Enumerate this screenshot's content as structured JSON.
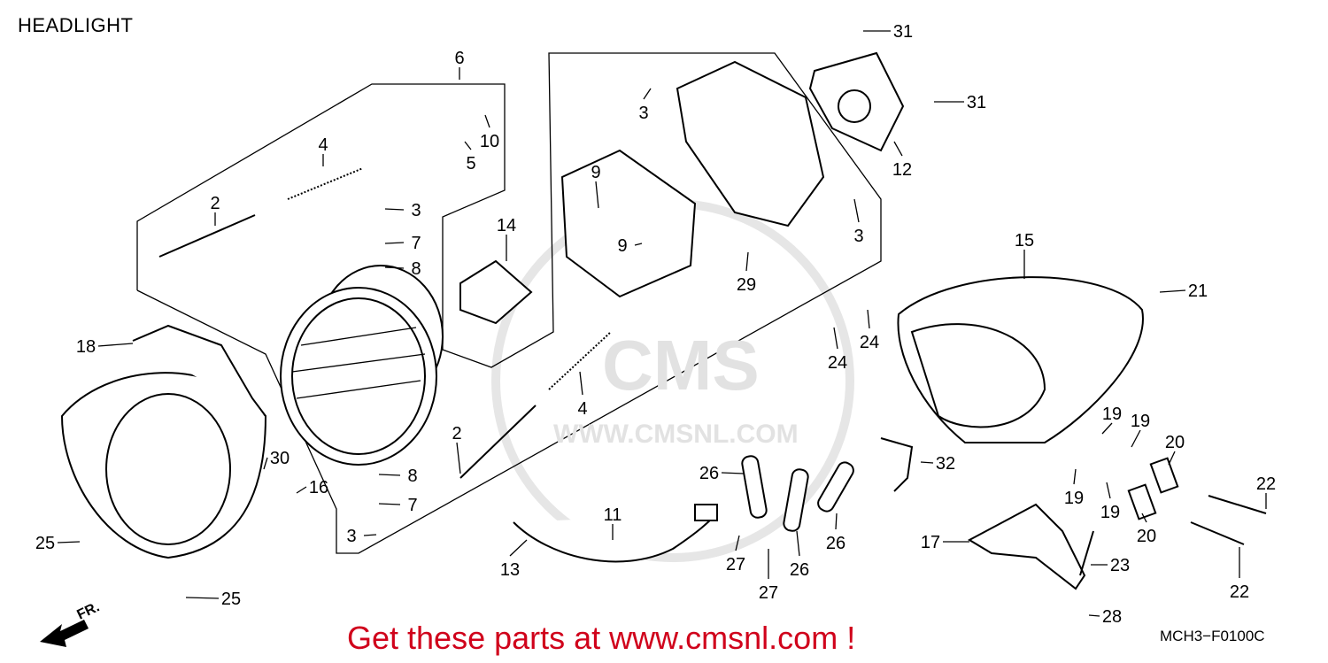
{
  "header": {
    "title": "HEADLIGHT"
  },
  "diagram": {
    "watermark": "CMS",
    "watermark_url": "WWW.CMSNL.COM",
    "direction_label": "FR.",
    "callouts": [
      "6",
      "4",
      "2",
      "10",
      "5",
      "3",
      "7",
      "8",
      "14",
      "9",
      "9",
      "3",
      "31",
      "31",
      "12",
      "3",
      "29",
      "15",
      "21",
      "24",
      "24",
      "18",
      "30",
      "16",
      "4",
      "2",
      "8",
      "7",
      "3",
      "25",
      "25",
      "11",
      "13",
      "26",
      "27",
      "26",
      "27",
      "26",
      "32",
      "19",
      "19",
      "20",
      "19",
      "19",
      "20",
      "22",
      "22",
      "17",
      "23",
      "28"
    ]
  },
  "footer": {
    "promo": "Get these parts at www.cmsnl.com !",
    "diagram_code": "MCH3−F0100C"
  }
}
